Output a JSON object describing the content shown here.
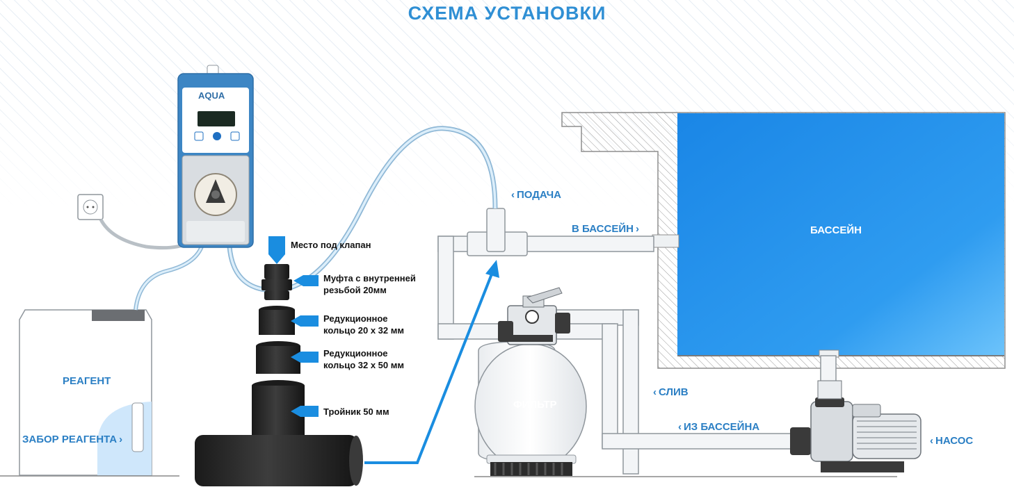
{
  "title": "СХЕМА УСТАНОВКИ",
  "device": {
    "logo_text": "AQUA"
  },
  "labels": {
    "reagent": "РЕАГЕНТ",
    "reagent_intake": "ЗАБОР РЕАГЕНТА",
    "feed": "ПОДАЧА",
    "to_pool": "В БАССЕЙН",
    "pool": "БАССЕЙН",
    "filter": "ФИЛЬТР",
    "drain": "СЛИВ",
    "from_pool": "ИЗ БАССЕЙНА",
    "pump": "НАСОС"
  },
  "parts": {
    "valve_place": "Место под клапан",
    "coupling_line1": "Муфта с внутренней",
    "coupling_line2": "резьбой 20мм",
    "ring1_line1": "Редукционное",
    "ring1_line2": "кольцо 20 х 32 мм",
    "ring2_line1": "Редукционное",
    "ring2_line2": "кольцо 32 х 50 мм",
    "tee": "Тройник 50 мм"
  },
  "colors": {
    "accent": "#2f8fd4",
    "pool_water": "#1e8fe8",
    "pipe": "#f2f4f6",
    "fitting": "#262626",
    "arrow": "#1a8de0"
  }
}
